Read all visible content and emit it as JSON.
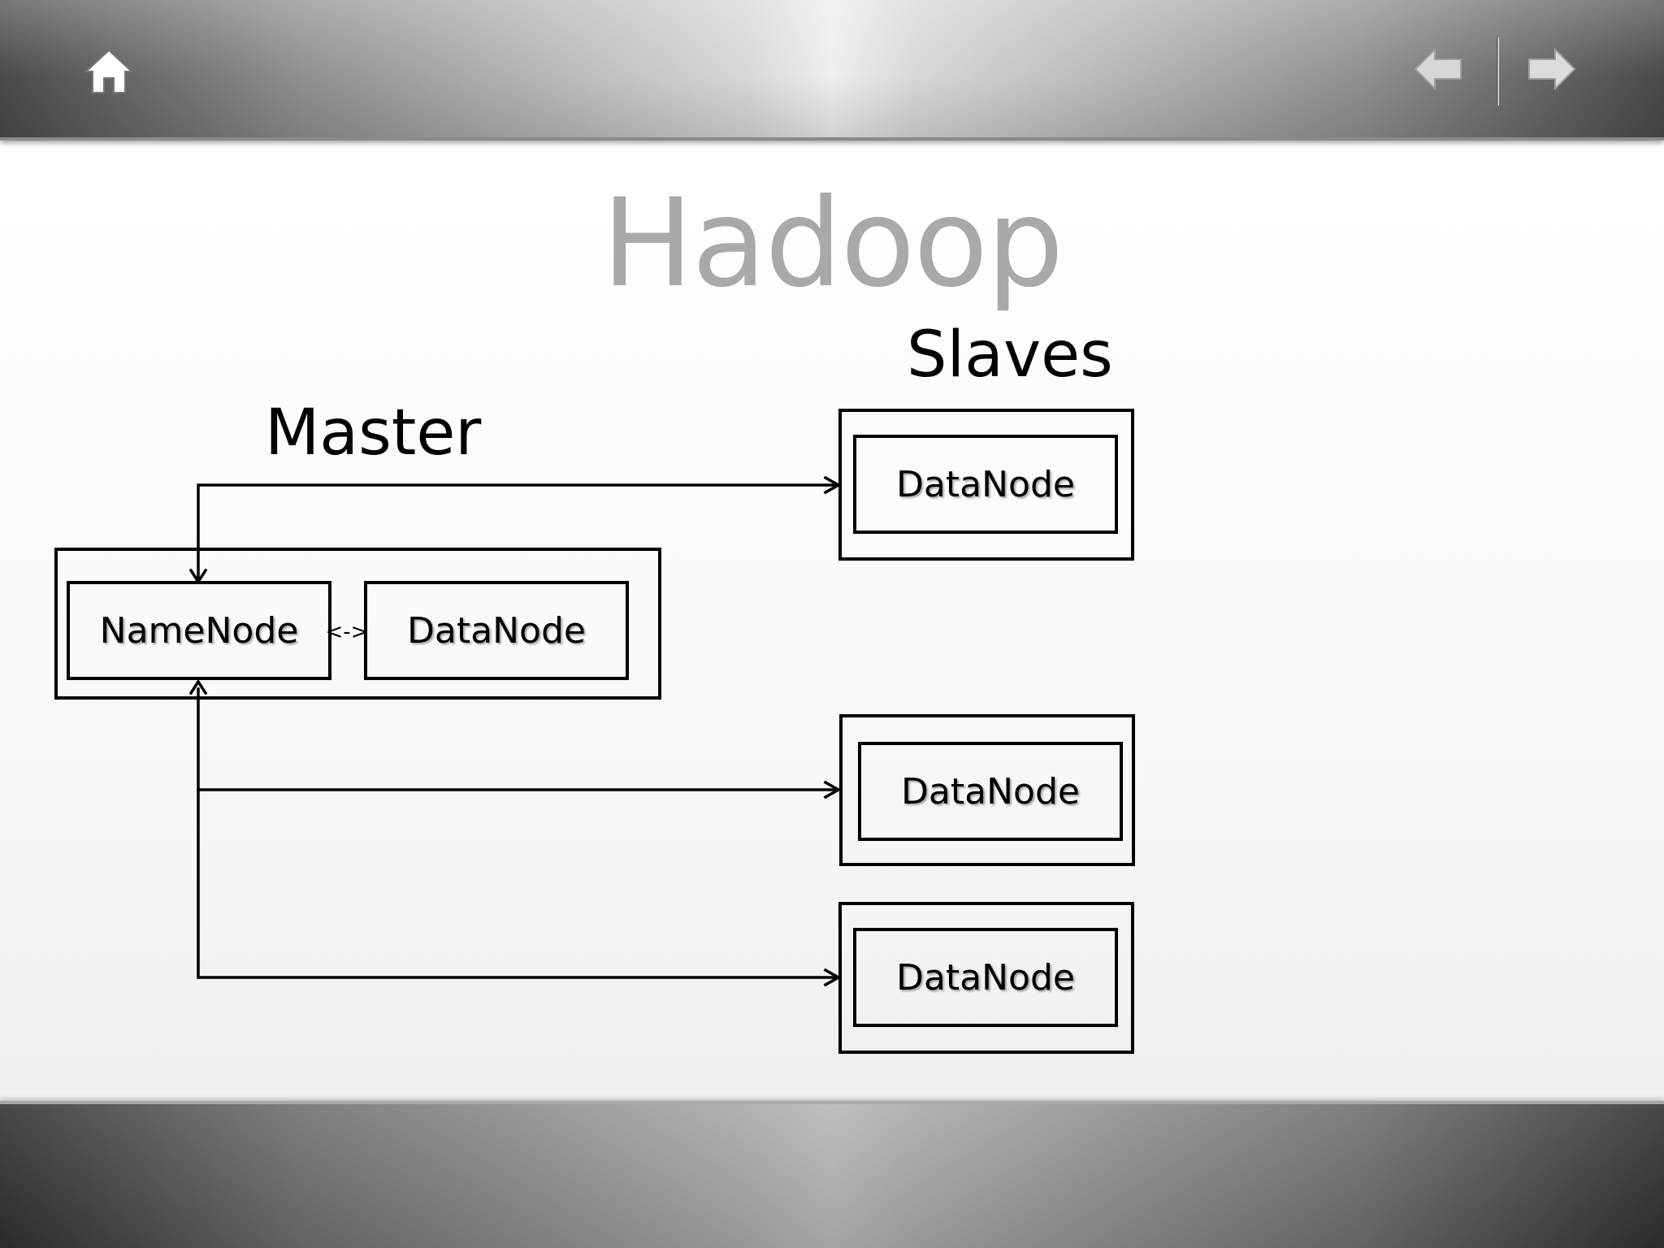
{
  "slide": {
    "title": "Hadoop",
    "master_heading": "Master",
    "slaves_heading": "Slaves"
  },
  "navigation": {
    "home_icon": "home-icon",
    "prev_icon": "arrow-left-icon",
    "next_icon": "arrow-right-icon"
  },
  "master": {
    "namenode_label": "NameNode",
    "datanode_label": "DataNode",
    "link_label": "<->"
  },
  "slaves": {
    "nodes": [
      {
        "label": "DataNode"
      },
      {
        "label": "DataNode"
      },
      {
        "label": "DataNode"
      }
    ]
  },
  "colors": {
    "title": "#a9a9a9",
    "line": "#000000"
  }
}
